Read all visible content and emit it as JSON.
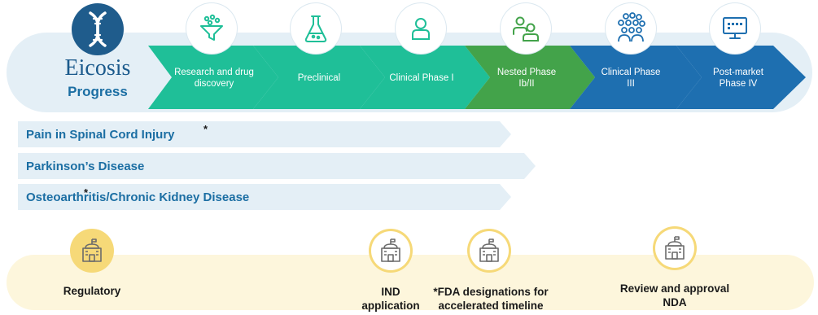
{
  "brand": {
    "name": "Eicosis",
    "subtitle": "Progress"
  },
  "stages": [
    {
      "label": "Research and drug discovery",
      "color": "#1fbf98",
      "icon": "funnel-icon"
    },
    {
      "label": "Preclinical",
      "color": "#1fbf98",
      "icon": "flask-icon"
    },
    {
      "label": "Clinical Phase I",
      "color": "#1fbf98",
      "icon": "person-icon"
    },
    {
      "label": "Nested Phase Ib/II",
      "color": "#43a34a",
      "icon": "group-icon"
    },
    {
      "label": "Clinical Phase III",
      "color": "#1e6fb0",
      "icon": "crowd-icon"
    },
    {
      "label": "Post-market Phase IV",
      "color": "#1e6fb0",
      "icon": "monitor-icon"
    }
  ],
  "programs": [
    {
      "label": "Pain in Spinal Cord Injury",
      "star": "*"
    },
    {
      "label": "Parkinson’s Disease"
    },
    {
      "label": "Osteoarthritis/Chronic Kidney Disease",
      "star": "*"
    }
  ],
  "regulatory": [
    {
      "label": "Regulatory",
      "filled": true
    },
    {
      "label": "IND application"
    },
    {
      "label": "*FDA designations for accelerated timeline"
    },
    {
      "label": "Review and approval NDA"
    }
  ],
  "colors": {
    "green": "#1fbf98",
    "dark_green": "#43a34a",
    "blue": "#1e6fb0",
    "navy": "#1b5a8c",
    "pale_blue": "#e4eff6",
    "cream": "#fdf6dc",
    "gold": "#f6d978"
  }
}
